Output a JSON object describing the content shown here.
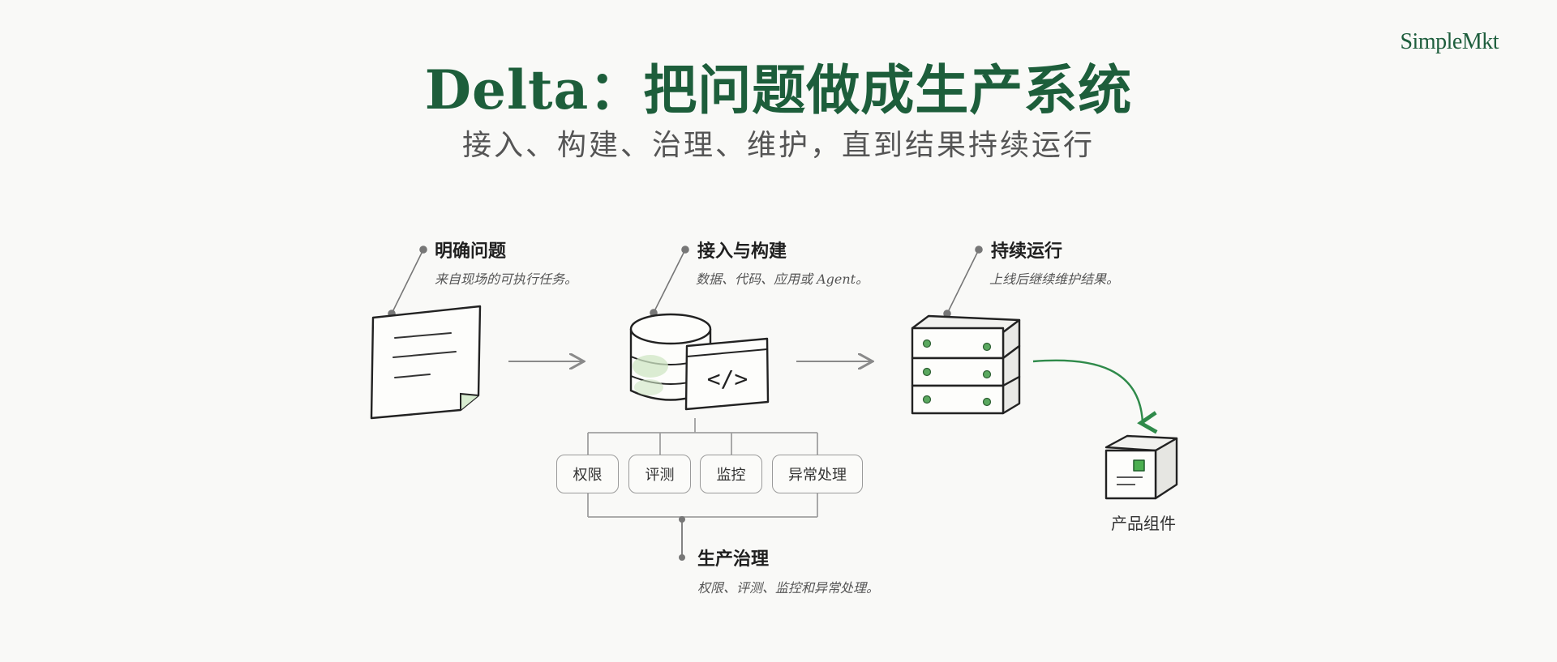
{
  "brand": "SimpleMkt",
  "title": "Delta：把问题做成生产系统",
  "subtitle": "接入、构建、治理、维护，直到结果持续运行",
  "stages": [
    {
      "title": "明确问题",
      "description": "来自现场的可执行任务。"
    },
    {
      "title": "接入与构建",
      "description": "数据、代码、应用或 Agent。"
    },
    {
      "title": "持续运行",
      "description": "上线后继续维护结果。"
    }
  ],
  "governance": {
    "chips": [
      "权限",
      "评测",
      "监控",
      "异常处理"
    ],
    "title": "生产治理",
    "description": "权限、评测、监控和异常处理。"
  },
  "component_label": "产品组件",
  "code_symbol": "</>",
  "colors": {
    "brand_green": "#1d5e3b",
    "accent_green": "#2f8a4a",
    "wash_green": "#cfe6c4",
    "line_gray": "#8a8a8a"
  },
  "icons": [
    "document-icon",
    "database-icon",
    "code-window-icon",
    "server-stack-icon",
    "product-box-icon"
  ]
}
